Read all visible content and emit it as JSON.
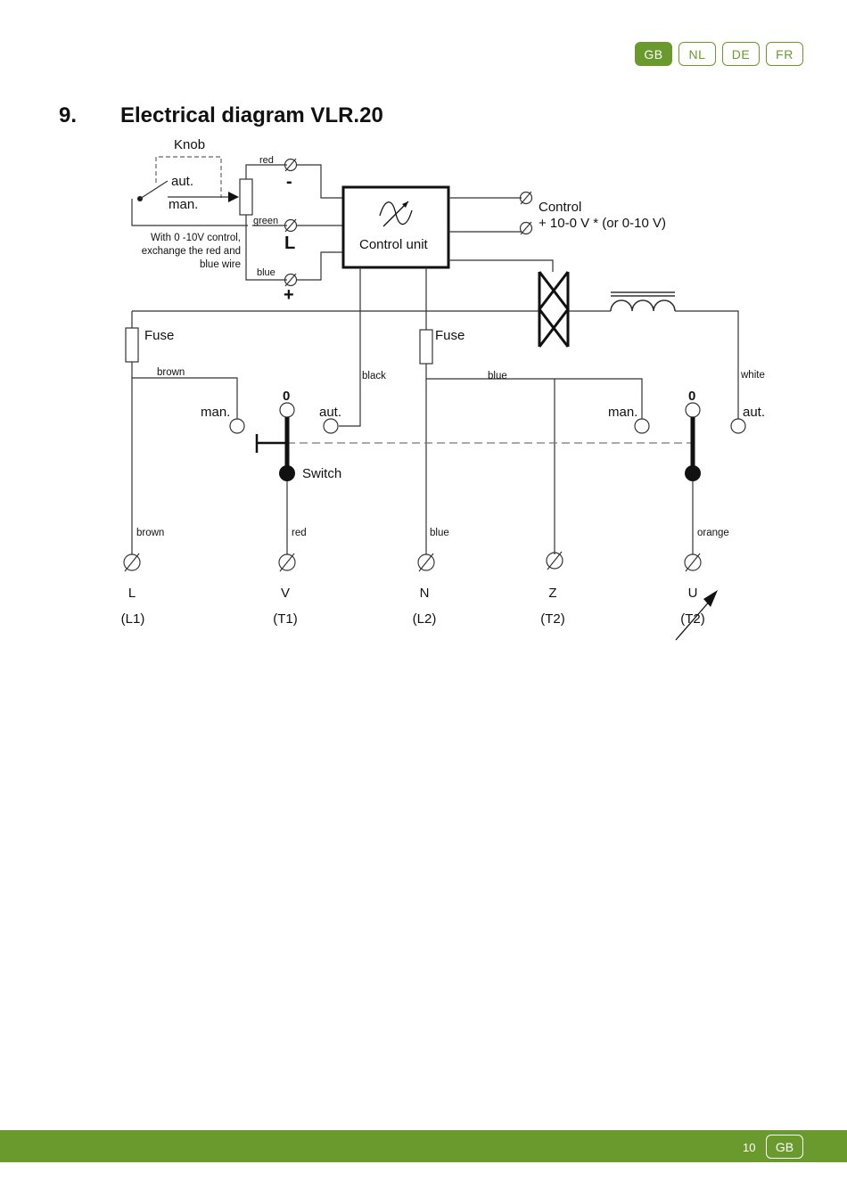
{
  "languages": [
    {
      "label": "GB",
      "active": true
    },
    {
      "label": "NL",
      "active": false
    },
    {
      "label": "DE",
      "active": false
    },
    {
      "label": "FR",
      "active": false
    }
  ],
  "section": {
    "number": "9.",
    "title": "Electrical diagram VLR.20"
  },
  "diagram": {
    "knob": "Knob",
    "aut": "aut.",
    "man": "man.",
    "red": "red",
    "green": "green",
    "blue": "blue",
    "minus": "-",
    "L": "L",
    "plus": "+",
    "note_line1": "With 0 -10V control,",
    "note_line2": "exchange the red and",
    "note_line3": "blue wire",
    "control_unit": "Control unit",
    "control": "Control",
    "control_range": "+ 10-0 V * (or 0-10 V)",
    "fuse": "Fuse",
    "brown": "brown",
    "black": "black",
    "white": "white",
    "zero": "0",
    "switch": "Switch",
    "orange": "orange",
    "terminals": [
      {
        "name": "L",
        "code": "(L1)"
      },
      {
        "name": "V",
        "code": "(T1)"
      },
      {
        "name": "N",
        "code": "(L2)"
      },
      {
        "name": "Z",
        "code": "(T2)"
      },
      {
        "name": "U",
        "code": "(T2)"
      }
    ]
  },
  "footer": {
    "page": "10",
    "lang": "GB"
  },
  "colors": {
    "brand_green": "#6a9a2e"
  }
}
